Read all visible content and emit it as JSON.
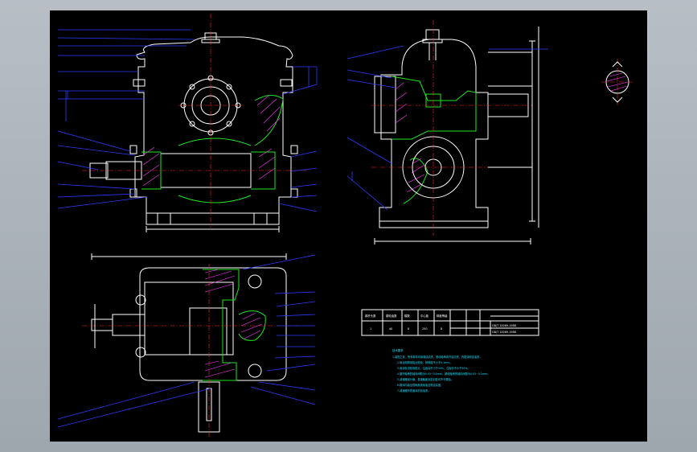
{
  "drawing": {
    "background": "#000000",
    "colors": {
      "outline": "#ffffff",
      "leader": "#2b3cff",
      "cut_edge": "#22e322",
      "centerline": "#ff2a2a",
      "hatch": "#ff3cff",
      "notes": "#18e0ff"
    }
  },
  "params_table": {
    "header": [
      "蜗杆头数",
      "蜗轮齿数",
      "模数",
      "中心距",
      "精度等级"
    ],
    "row": [
      "1",
      "40",
      "8",
      "250",
      "8"
    ],
    "right_rows": [
      "GB/T 10089-1988",
      "GB/T 10089-1988"
    ]
  },
  "tech_requirements": {
    "title": "技术要求",
    "lines": [
      "1.装配之前，所有零件均用煤油清洗，滚动轴承用汽油清洗，内壁涂耐油油漆。",
      "2.啮合侧隙用铅丝检验，侧隙值不小于0.1mm。",
      "3.用涂色法检验斑点，沿齿高不小于50%，沿齿长不小于50%。",
      "4.蜗杆轴承的轴向间隙为0.05~0.1mm，蜗轮轴承的轴向间隙为0.05~0.1mm。",
      "5.减速器剖分面、各接触面及密封处均不许漏油。",
      "6.箱体内装全损耗系统用油至规定高度。",
      "7.减速器外表面涂灰色油漆。"
    ]
  }
}
